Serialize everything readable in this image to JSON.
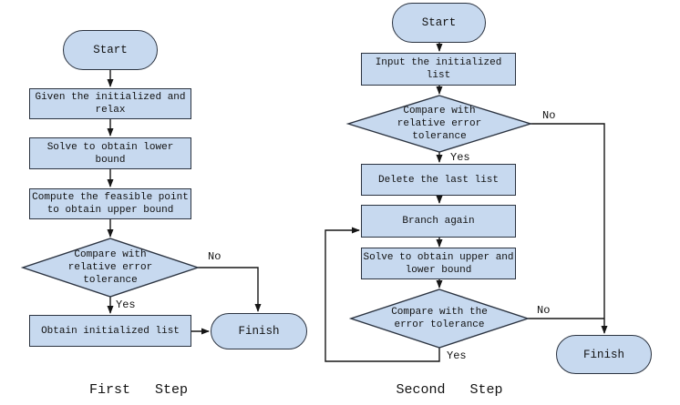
{
  "colors": {
    "shape_fill": "#c7d9ef",
    "shape_border": "#2b3340",
    "connector": "#161616",
    "text": "#111111",
    "background": "#ffffff"
  },
  "first": {
    "caption": "First   Step",
    "start": "Start",
    "box1": [
      "Given the initialized and",
      "relax"
    ],
    "box2": [
      "Solve to obtain lower",
      "bound"
    ],
    "box3": [
      "Compute the feasible point",
      "to obtain upper bound"
    ],
    "decision1": [
      "Compare with",
      "relative error",
      "tolerance"
    ],
    "box4": [
      "Obtain initialized list"
    ],
    "finish": "Finish",
    "no": "No",
    "yes": "Yes"
  },
  "second": {
    "caption": "Second   Step",
    "start": "Start",
    "box1": [
      "Input the initialized",
      "list"
    ],
    "decision1": [
      "Compare with",
      "relative error",
      "tolerance"
    ],
    "box2": [
      "Delete the last list"
    ],
    "box3": [
      "Branch again"
    ],
    "box4": [
      "Solve to obtain upper and",
      "lower bound"
    ],
    "decision2": [
      "Compare with the",
      "error tolerance"
    ],
    "finish": "Finish",
    "no1": "No",
    "yes1": "Yes",
    "no2": "No",
    "yes2": "Yes"
  }
}
